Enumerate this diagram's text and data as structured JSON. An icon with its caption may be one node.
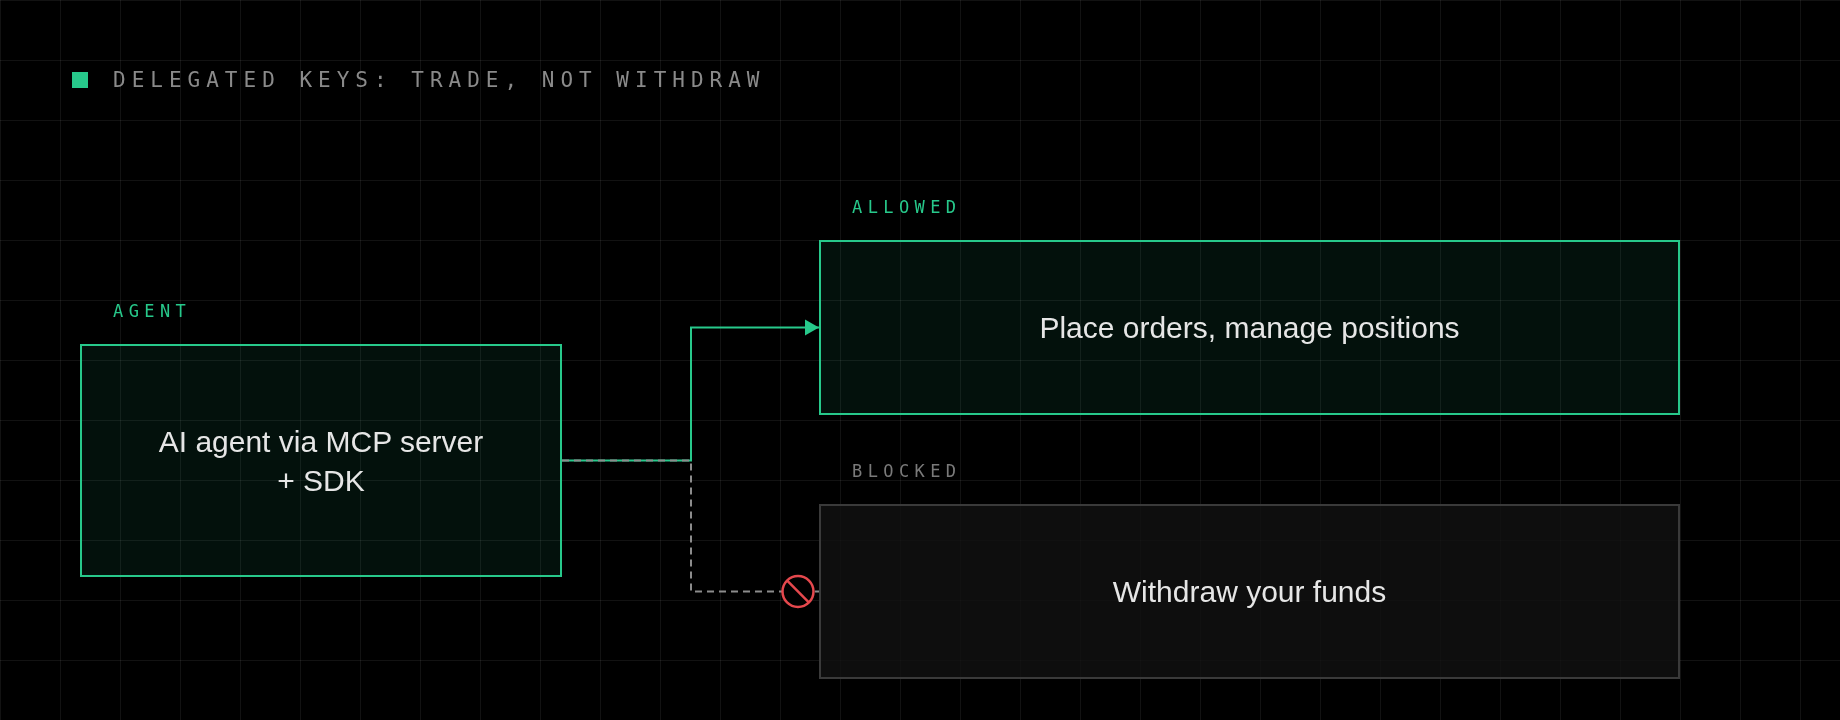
{
  "diagram": {
    "title": "DELEGATED KEYS: TRADE, NOT WITHDRAW",
    "nodes": [
      {
        "text": [
          "AGENT",
          "AI agent via MCP server + SDK"
        ]
      },
      {
        "text": [
          "ALLOWED",
          "Place orders, manage positions"
        ]
      },
      {
        "text": [
          "BLOCKED",
          "Withdraw your funds"
        ]
      }
    ],
    "edges": [
      {
        "from": 0,
        "to": 1,
        "arrow": "to",
        "color": "#27c98b"
      },
      {
        "from": 0,
        "to": 2,
        "arrow": "other",
        "style": "dashed",
        "color": "#8c8c8c"
      }
    ]
  }
}
